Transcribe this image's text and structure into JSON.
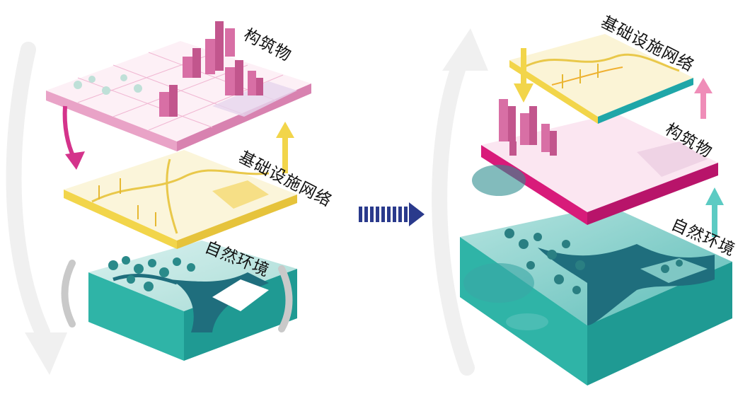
{
  "left_model": {
    "layers": {
      "buildings": "构筑物",
      "infrastructure": "基础设施网络",
      "nature": "自然环境"
    }
  },
  "right_model": {
    "layers": {
      "infrastructure": "基础设施网络",
      "buildings": "构筑物",
      "nature": "自然环境"
    }
  },
  "colors": {
    "pink": "#e67fb5",
    "magenta": "#d81b7a",
    "yellow": "#f2d54a",
    "teal": "#27b3b0",
    "teal_dark": "#1f6e7d",
    "arrow_navy": "#2a3a8c",
    "gray_arrow": "#e6e6e6"
  }
}
